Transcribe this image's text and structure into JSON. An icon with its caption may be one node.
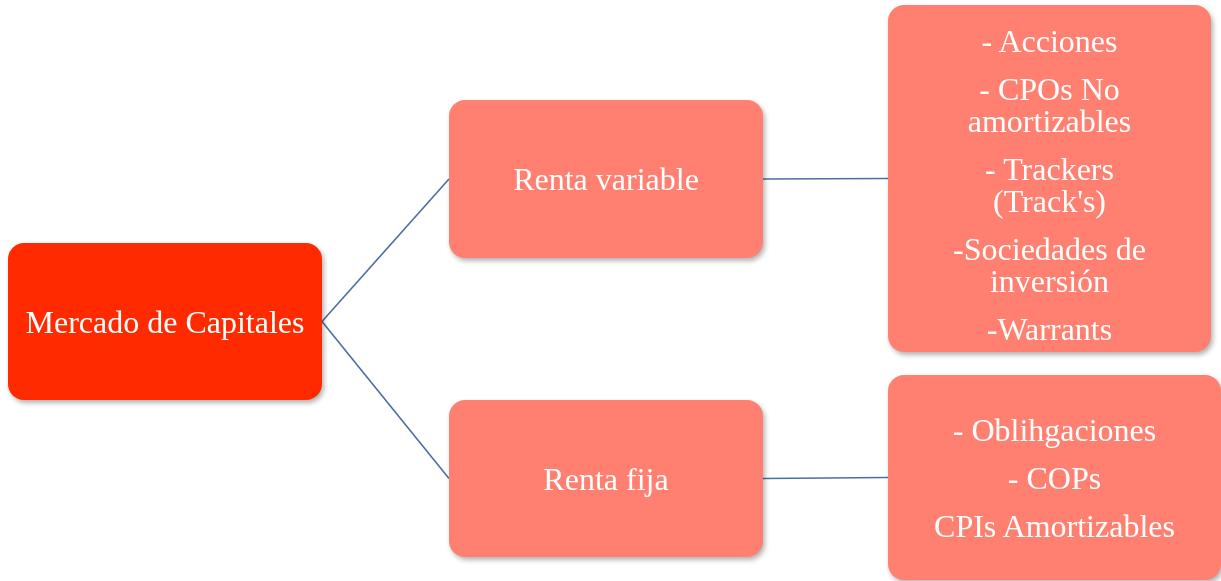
{
  "diagram": {
    "nodes": [
      {
        "text": [
          "Mercado de Capitales"
        ]
      },
      {
        "text": [
          "Renta variable"
        ]
      },
      {
        "text": [
          "- Acciones",
          "- CPOs No amortizables",
          "- Trackers (Track's)",
          "-Sociedades de inversión",
          "-Warrants"
        ]
      },
      {
        "text": [
          "Renta fija"
        ]
      },
      {
        "text": [
          "- Oblihgaciones",
          "- COPs",
          "CPIs Amortizables"
        ]
      }
    ],
    "edges": [
      {
        "from": 0,
        "to": 1,
        "arrow": "none"
      },
      {
        "from": 0,
        "to": 3,
        "arrow": "none"
      },
      {
        "from": 1,
        "to": 2,
        "arrow": "none"
      },
      {
        "from": 3,
        "to": 4,
        "arrow": "none"
      }
    ]
  }
}
